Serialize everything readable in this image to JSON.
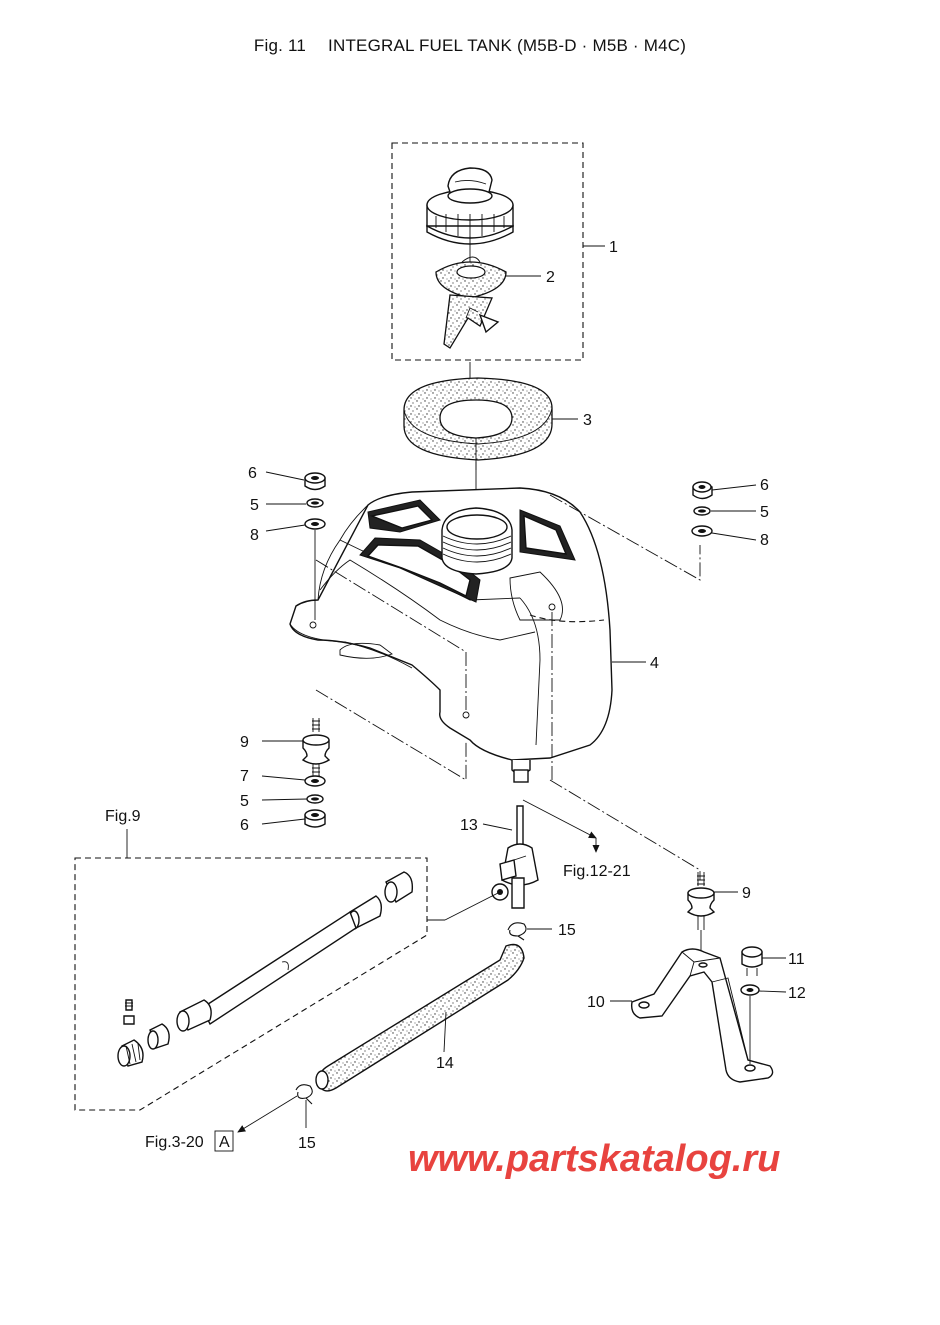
{
  "title": {
    "fig": "Fig. 11",
    "name": "INTEGRAL FUEL TANK (M5B-D · M5B · M4C)"
  },
  "callouts": {
    "n1": "1",
    "n2": "2",
    "n3": "3",
    "n4": "4",
    "n5a": "5",
    "n5b": "5",
    "n5c": "5",
    "n6a": "6",
    "n6b": "6",
    "n6c": "6",
    "n7": "7",
    "n8a": "8",
    "n8b": "8",
    "n9a": "9",
    "n9b": "9",
    "n10": "10",
    "n11": "11",
    "n12": "12",
    "n13": "13",
    "n14": "14",
    "n15a": "15",
    "n15b": "15"
  },
  "references": {
    "fig9": "Fig.9",
    "fig12_21": "Fig.12-21",
    "fig3_20": "Fig.3-20",
    "fig3_20_box": "A"
  },
  "watermark": "www.partskatalog.ru"
}
